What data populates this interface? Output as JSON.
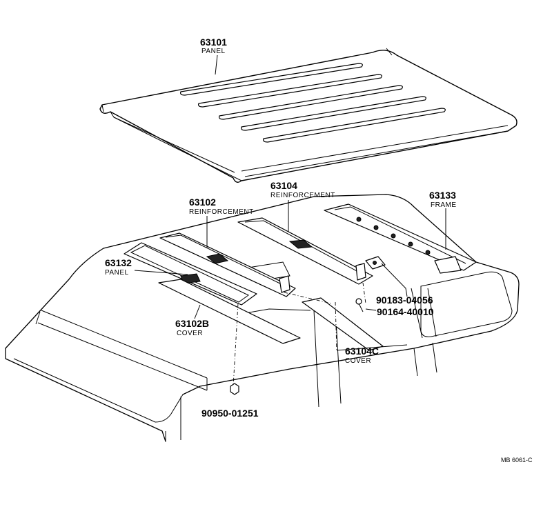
{
  "callouts": {
    "p63101": {
      "num": "63101",
      "name": "PANEL"
    },
    "p63102": {
      "num": "63102",
      "name": "REINFORCEMENT"
    },
    "p63104": {
      "num": "63104",
      "name": "REINFORCEMENT"
    },
    "p63133": {
      "num": "63133",
      "name": "FRAME"
    },
    "p63132": {
      "num": "63132",
      "name": "PANEL"
    },
    "p63102b": {
      "num": "63102B",
      "name": "COVER"
    },
    "p63104c": {
      "num": "63104C",
      "name": "COVER"
    },
    "p90183": {
      "num": "90183-04056"
    },
    "p90164": {
      "num": "90164-40010"
    },
    "p90950": {
      "num": "90950-01251"
    }
  },
  "diagram_code": "MB 6061-C"
}
